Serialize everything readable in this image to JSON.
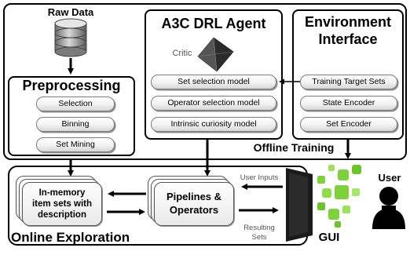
{
  "raw_data": {
    "label": "Raw Data"
  },
  "preprocessing": {
    "title": "Preprocessing",
    "steps": [
      "Selection",
      "Binning",
      "Set Mining"
    ]
  },
  "agent": {
    "title": "A3C DRL Agent",
    "critic_label": "Critic",
    "models": [
      "Set selection model",
      "Operator selection model",
      "Intrinsic curiosity model"
    ]
  },
  "environment": {
    "title_line1": "Environment",
    "title_line2": "Interface",
    "items": [
      "Training Target Sets",
      "State Encoder",
      "Set Encoder"
    ]
  },
  "offline": {
    "label": "Offline Training"
  },
  "online": {
    "label": "Online Exploration",
    "item_sets": {
      "line1": "In-memory",
      "line2": "item sets with",
      "line3": "description"
    },
    "pipelines": {
      "line1": "Pipelines &",
      "line2": "Operators"
    },
    "user_inputs": "User Inputs",
    "resulting_sets": {
      "line1": "Resulting",
      "line2": "Sets"
    }
  },
  "gui": {
    "label": "GUI"
  },
  "user": {
    "label": "User"
  },
  "colors": {
    "gui_green": "#7fd13b",
    "gui_dark": "#1a1a1a",
    "pill_border": "#7d7d7d"
  }
}
